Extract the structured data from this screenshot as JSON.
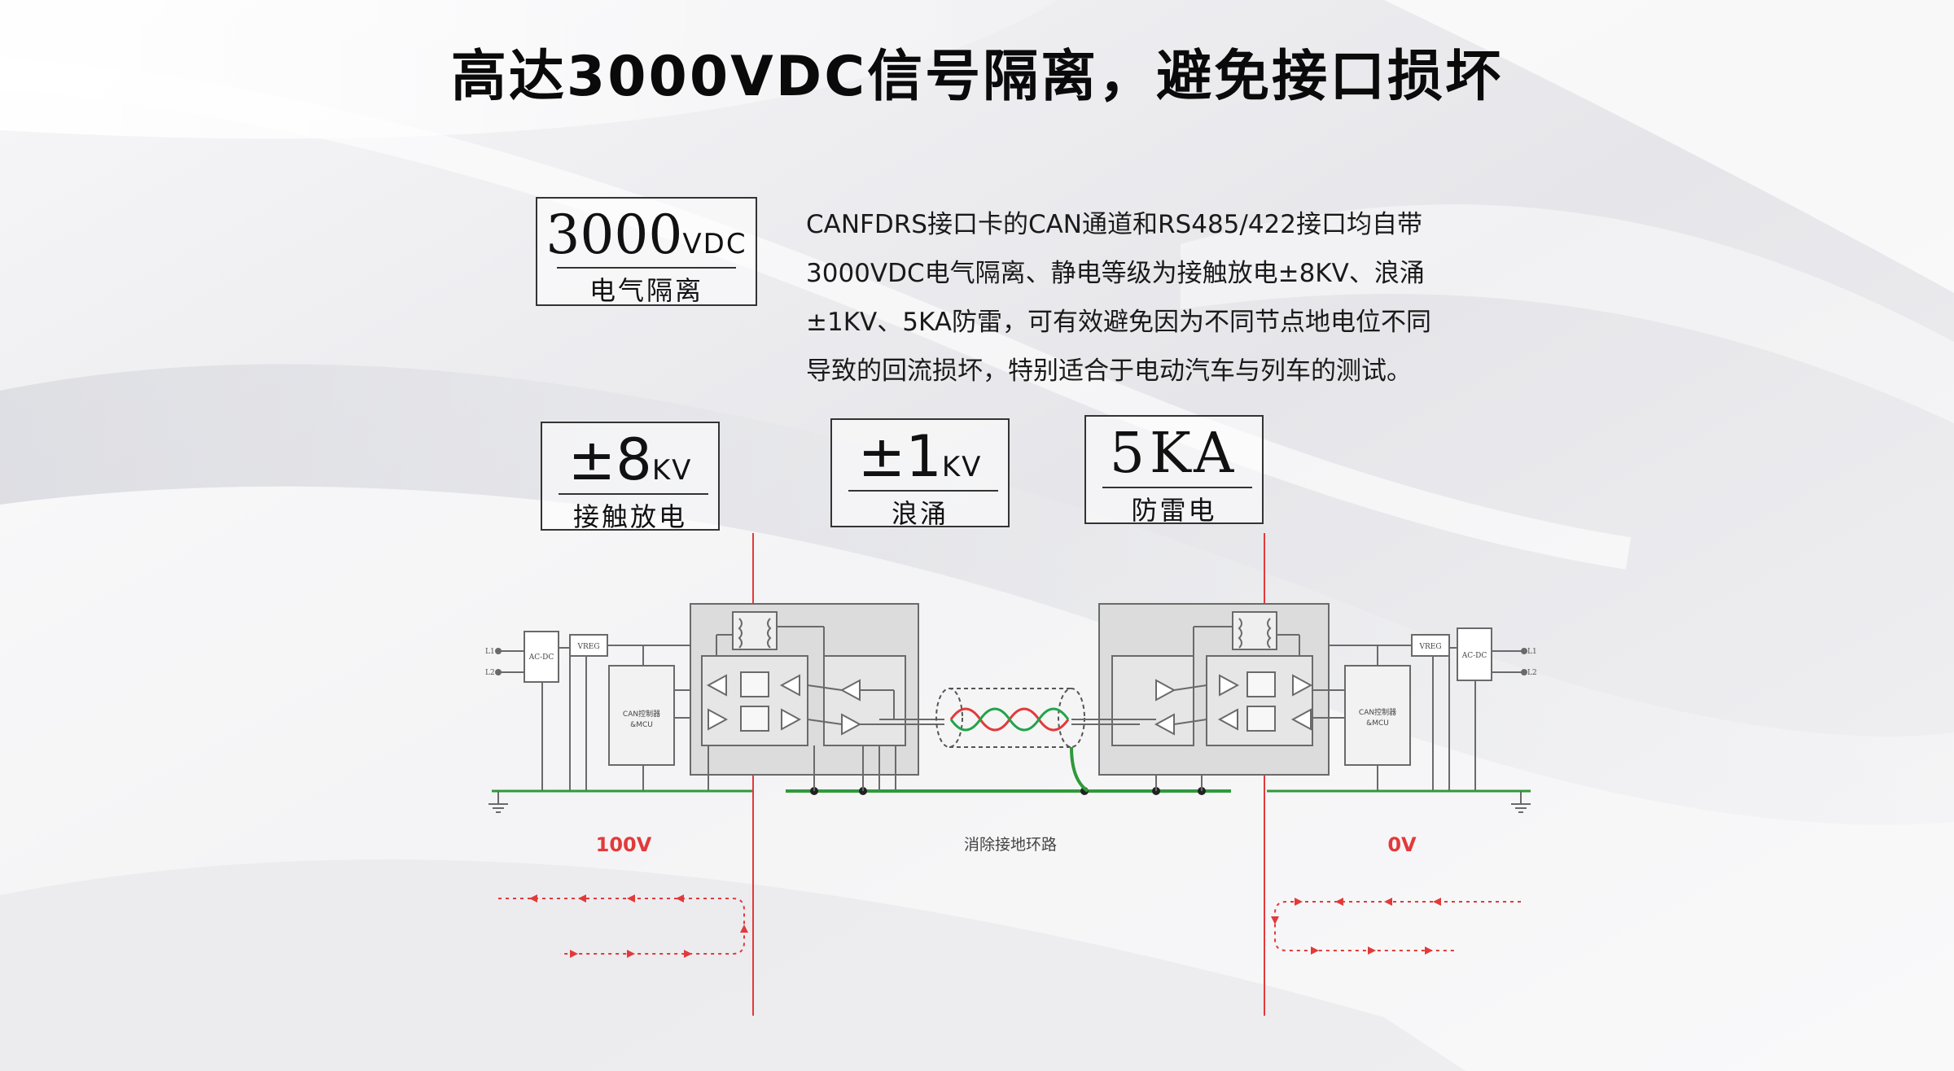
{
  "title": "高达3000VDC信号隔离，避免接口损坏",
  "specs": {
    "isolation": {
      "value": "3000",
      "unit": "VDC",
      "caption": "电气隔离"
    },
    "esd": {
      "value": "±8",
      "unit": "KV",
      "caption": "接触放电"
    },
    "surge": {
      "value": "±1",
      "unit": "KV",
      "caption": "浪涌"
    },
    "lightning": {
      "value": "5KA",
      "unit": "",
      "caption": "防雷电"
    }
  },
  "description": {
    "line1": "CANFDRS接口卡的CAN通道和RS485/422接口均自带",
    "line2": "3000VDC电气隔离、静电等级为接触放电±8KV、浪涌",
    "line3": "±1KV、5KA防雷，可有效避免因为不同节点地电位不同",
    "line4": "导致的回流损坏，特别适合于电动汽车与列车的测试。"
  },
  "diagram": {
    "left_voltage": "100V",
    "right_voltage": "0V",
    "center_label": "消除接地环路",
    "left_ac_dc": "AC-DC",
    "right_ac_dc": "AC-DC",
    "left_regulator": "VREG",
    "right_regulator": "VREG",
    "left_controller_line1": "CAN控制器",
    "left_controller_line2": "&MCU",
    "right_controller_line1": "CAN控制器",
    "right_controller_line2": "&MCU",
    "left_terminal_1": "L1",
    "left_terminal_2": "L2",
    "right_terminal_1": "L1",
    "right_terminal_2": "L2",
    "colors": {
      "ground": "#2e9a3a",
      "accent_red": "#e23a3a",
      "cable_green": "#22a34a",
      "wire": "#6a6a6a"
    }
  }
}
